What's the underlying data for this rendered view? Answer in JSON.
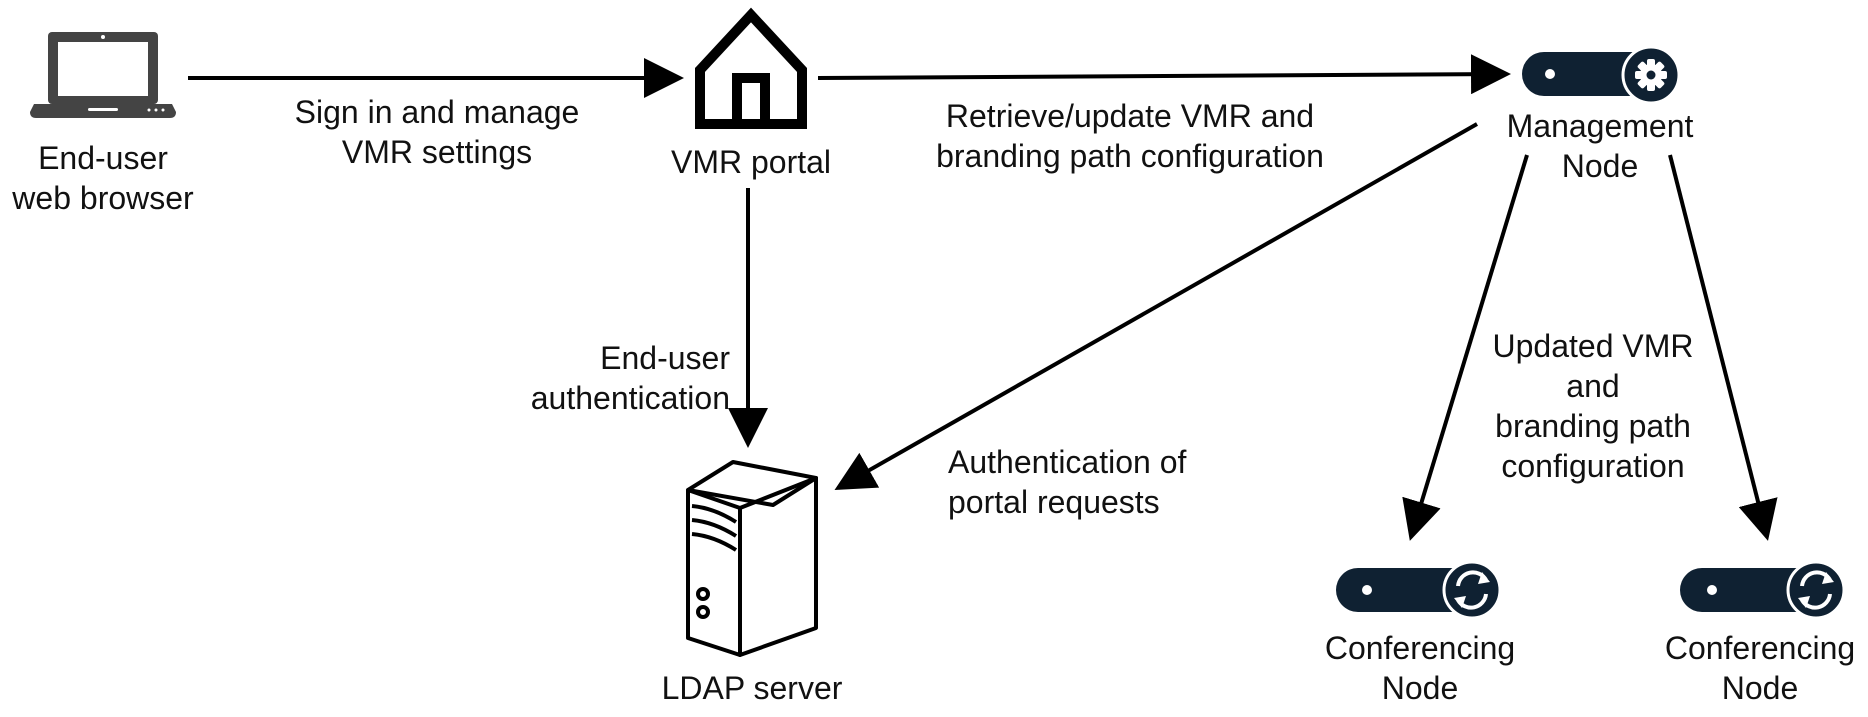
{
  "colors": {
    "ink": "#000000",
    "node": "#0f2132",
    "white": "#ffffff"
  },
  "nodes": {
    "browser": {
      "lines": [
        "End-user",
        "web browser"
      ],
      "icon": "laptop-icon"
    },
    "portal": {
      "lines": [
        "VMR portal"
      ],
      "icon": "house-icon"
    },
    "management": {
      "lines": [
        "Management",
        "Node"
      ],
      "icon": "gear-icon"
    },
    "ldap": {
      "lines": [
        "LDAP server"
      ],
      "icon": "server-tower-icon"
    },
    "conf1": {
      "lines": [
        "Conferencing",
        "Node"
      ],
      "icon": "sync-icon"
    },
    "conf2": {
      "lines": [
        "Conferencing",
        "Node"
      ],
      "icon": "sync-icon"
    }
  },
  "edges": {
    "browser_portal": {
      "lines": [
        "Sign in and manage",
        "VMR settings"
      ]
    },
    "portal_management": {
      "lines": [
        "Retrieve/update VMR and",
        "branding path configuration"
      ]
    },
    "portal_ldap": {
      "lines": [
        "End-user",
        "authentication"
      ]
    },
    "management_ldap": {
      "lines": [
        "Authentication of",
        "portal requests"
      ]
    },
    "management_conf": {
      "lines": [
        "Updated VMR",
        "and",
        "branding path",
        "configuration"
      ]
    }
  }
}
